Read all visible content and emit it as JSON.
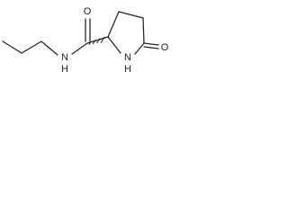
{
  "structure": {
    "atoms": {
      "amide_oxygen": "O",
      "amide_nitrogen": "N",
      "amide_hydrogen": "H",
      "ring_nitrogen": "N",
      "ring_hydrogen": "H",
      "lactam_oxygen": "O"
    },
    "colors": {
      "ink": "#222222",
      "background": "#ffffff"
    }
  }
}
